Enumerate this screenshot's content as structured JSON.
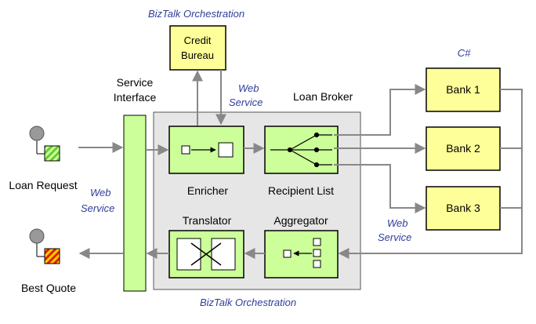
{
  "labels": {
    "biztalk_top": "BizTalk Orchestration",
    "biztalk_bottom": "BizTalk Orchestration",
    "credit_bureau_line1": "Credit",
    "credit_bureau_line2": "Bureau",
    "service_interface_line1": "Service",
    "service_interface_line2": "Interface",
    "web_service_top_line1": "Web",
    "web_service_top_line2": "Service",
    "web_service_left_line1": "Web",
    "web_service_left_line2": "Service",
    "web_service_right_line1": "Web",
    "web_service_right_line2": "Service",
    "loan_broker": "Loan Broker",
    "csharp": "C#",
    "bank1": "Bank 1",
    "bank2": "Bank 2",
    "bank3": "Bank 3",
    "enricher": "Enricher",
    "recipient_list": "Recipient List",
    "translator": "Translator",
    "aggregator": "Aggregator",
    "loan_request": "Loan Request",
    "best_quote": "Best Quote"
  },
  "colors": {
    "component_fill": "#ccff99",
    "bank_fill": "#ffff99",
    "broker_fill": "#e6e6e6",
    "arrow": "#888888",
    "blue_text": "#2e3d9b"
  }
}
